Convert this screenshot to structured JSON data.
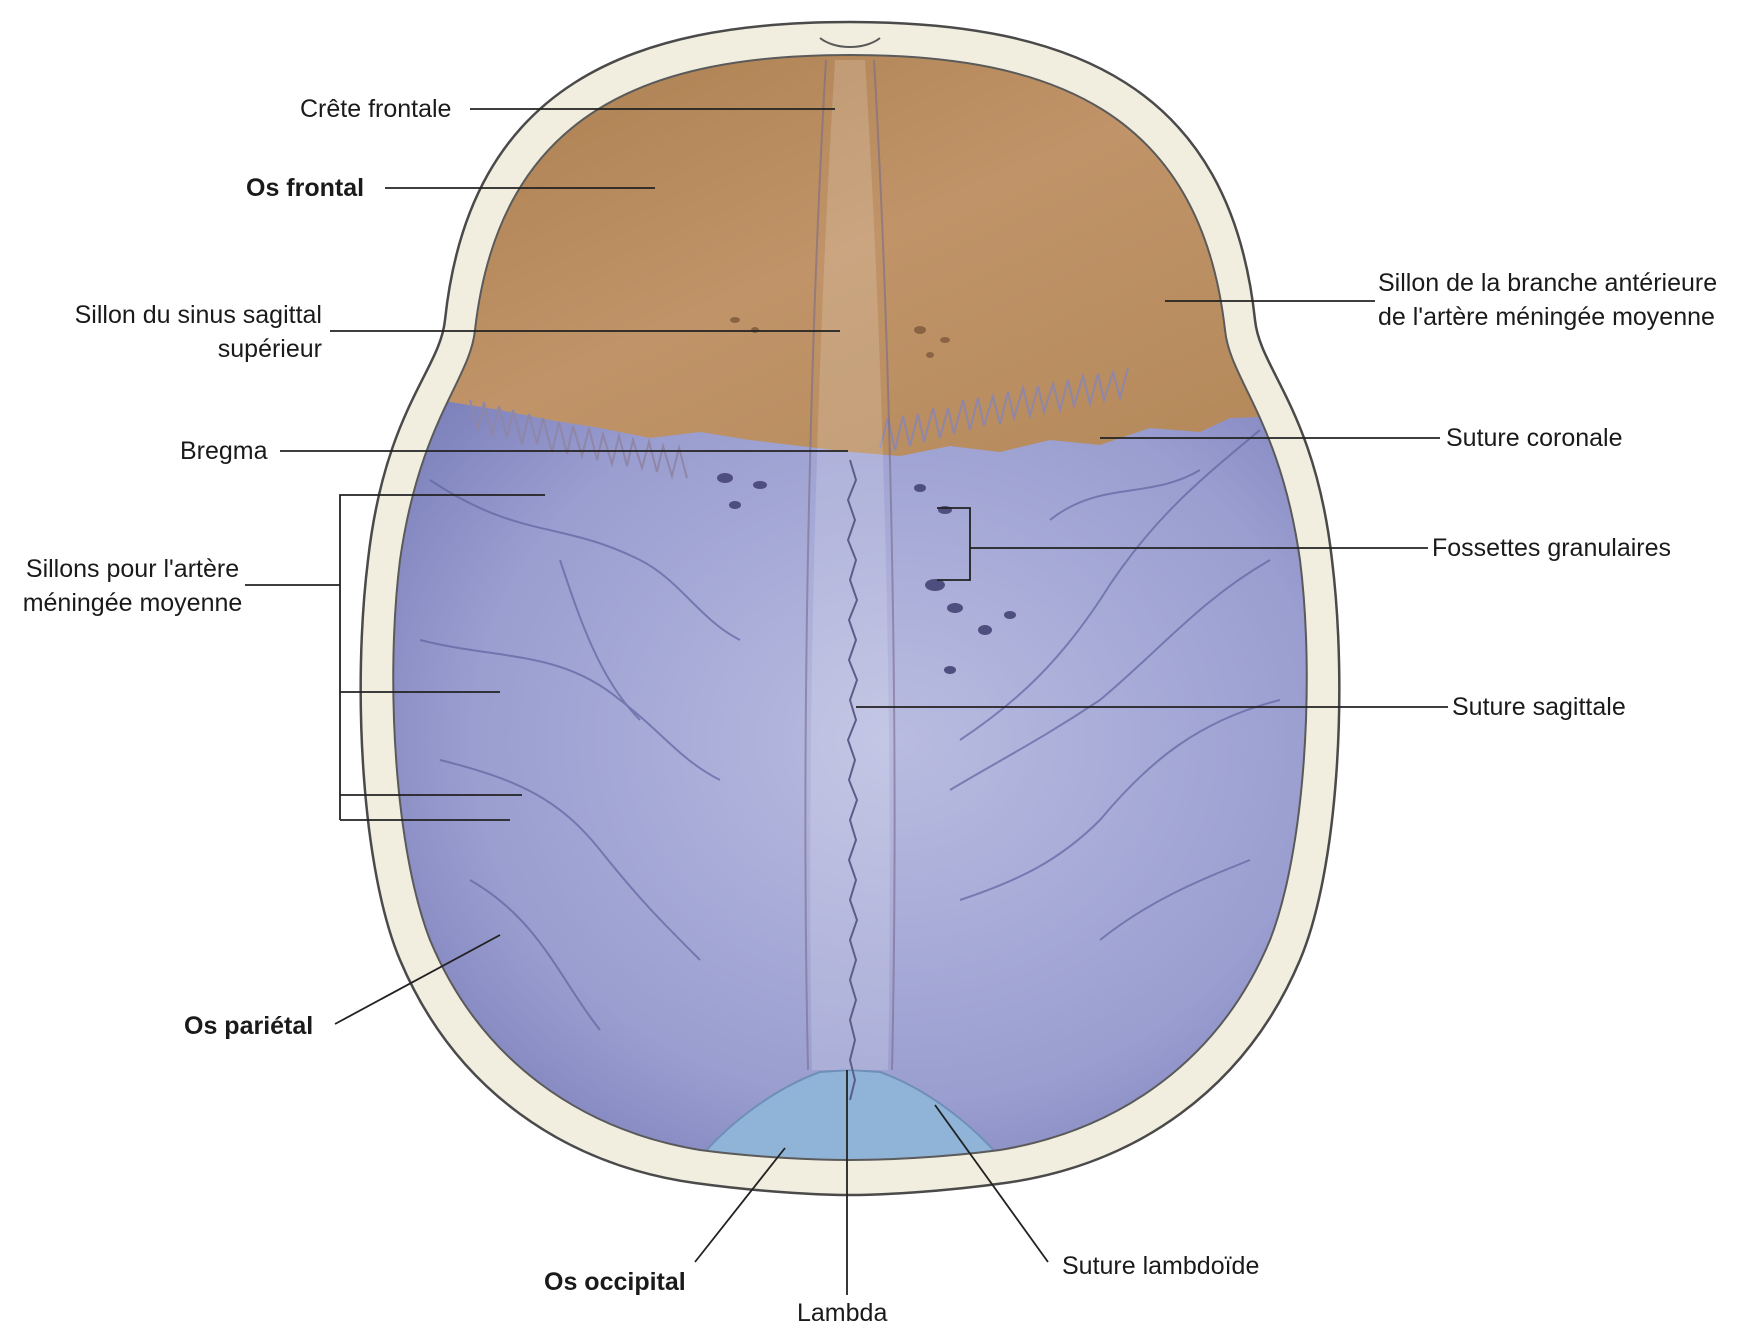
{
  "colors": {
    "frontal_bone": "#b58a5c",
    "parietal_bone": "#8f93c8",
    "occipital_bone": "#8fb4d8",
    "cortical_rim": "#f1eddf",
    "leader_line": "#222222"
  },
  "labels": {
    "crete_frontale": "Crête frontale",
    "os_frontal": "Os frontal",
    "sillon_sinus_l1": "Sillon du sinus sagittal",
    "sillon_sinus_l2": "supérieur",
    "bregma": "Bregma",
    "sillons_arteres_l1": "Sillons pour l'artère",
    "sillons_arteres_l2": "méningée moyenne",
    "os_parietal": "Os pariétal",
    "os_occipital": "Os occipital",
    "lambda": "Lambda",
    "suture_lambdoide": "Suture lambdoïde",
    "suture_sagittale": "Suture sagittale",
    "fossettes_granulaires": "Fossettes granulaires",
    "suture_coronale": "Suture coronale",
    "sillon_branche_l1": "Sillon de la branche antérieure",
    "sillon_branche_l2": "de l'artère méningée moyenne"
  }
}
